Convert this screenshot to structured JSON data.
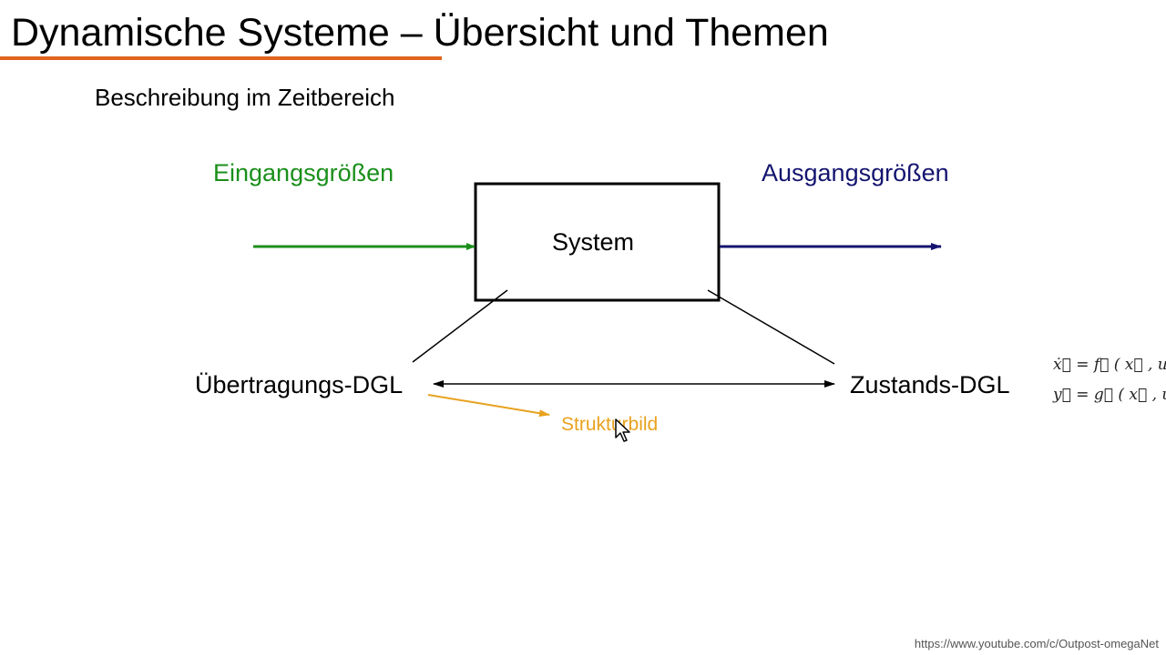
{
  "title": "Dynamische Systeme – Übersicht und Themen",
  "subtitle": "Beschreibung im Zeitbereich",
  "diagram": {
    "input_label": "Eingangsgrößen",
    "output_label": "Ausgangsgrößen",
    "system_label": "System",
    "transfer_label": "Übertragungs-DGL",
    "state_label": "Zustands-DGL",
    "structure_label": "Strukturbild",
    "formula_state": "ẋ⃗ = f⃗ ( x⃗ , u⃗ , t )",
    "formula_output": "y⃗ = g⃗ ( x⃗ , u⃗ , t )"
  },
  "footer": {
    "credit": "https://www.youtube.com/c/Outpost-omegaNet"
  },
  "colors": {
    "accent_underline": "#e0651e",
    "input": "#1a8f1a",
    "output": "#141470",
    "structure": "#e8a21d"
  },
  "icons": {
    "cursor": "mouse-pointer-icon"
  }
}
